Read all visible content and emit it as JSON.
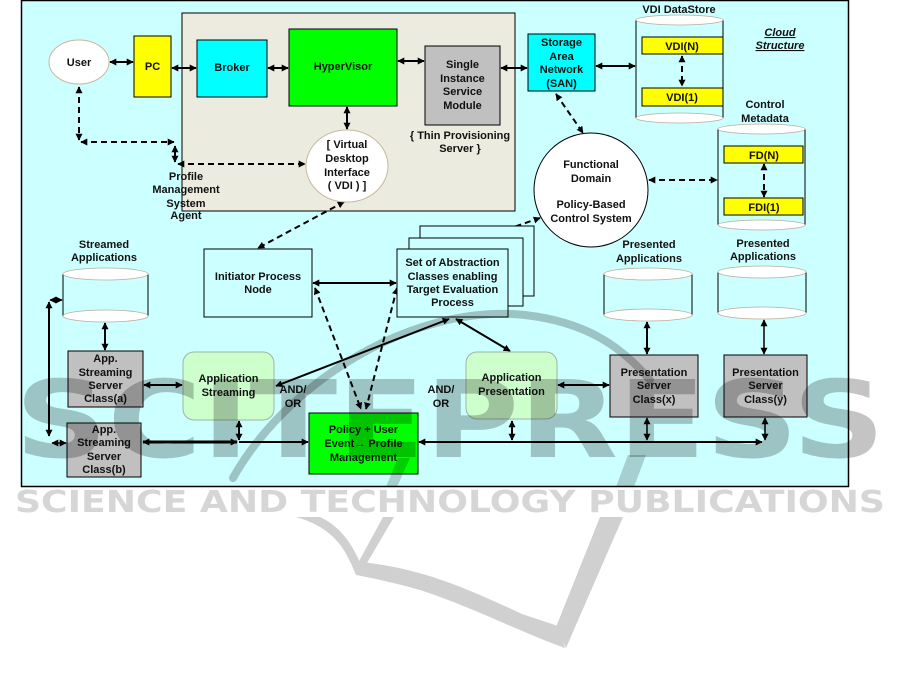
{
  "colors": {
    "canvas_bg": "#ccffff",
    "panel_bg": "#ebebe0",
    "pc": "#ffff00",
    "broker": "#00ffff",
    "hypervisor": "#00ff00",
    "single_instance": "#c0c0c0",
    "san": "#00ffff",
    "store_item": "#ffff00",
    "server_class": "#c0c0c0",
    "app_module": "#ccffcc",
    "policy": "#00ff00"
  },
  "nodes": {
    "user": {
      "lines": [
        "User"
      ]
    },
    "pc": {
      "lines": [
        "PC"
      ]
    },
    "broker": {
      "lines": [
        "Broker"
      ]
    },
    "hypervisor": {
      "lines": [
        "HyperVisor"
      ]
    },
    "single_instance": {
      "lines": [
        "Single",
        "Instance",
        "Service",
        "Module"
      ],
      "caption": [
        "{ Thin Provisioning",
        "Server }"
      ]
    },
    "vdi": {
      "lines": [
        "[ Virtual",
        "Desktop",
        "Interface",
        "( VDI ) ]"
      ]
    },
    "profile_agent": {
      "lines": [
        "Profile",
        "Management",
        "System",
        "Agent"
      ]
    },
    "san": {
      "lines": [
        "Storage",
        "Area",
        "Network",
        "(SAN)"
      ]
    },
    "vdi_datastore": {
      "title": "VDI DataStore",
      "items": [
        "VDI(N)",
        "VDI(1)"
      ]
    },
    "cloud_structure": {
      "lines": [
        "Cloud",
        "Structure"
      ]
    },
    "control_metadata": {
      "title": [
        "Control",
        "Metadata"
      ],
      "items": [
        "FD(N)",
        "FDI(1)"
      ]
    },
    "functional_domain": {
      "lines": [
        "Functional",
        "Domain",
        "Policy-Based",
        "Control System"
      ]
    },
    "streamed_apps": {
      "title": [
        "Streamed",
        "Applications"
      ]
    },
    "streaming_server_a": {
      "lines": [
        "App.",
        "Streaming",
        "Server",
        "Class(a)"
      ]
    },
    "streaming_server_b": {
      "lines": [
        "App.",
        "Streaming",
        "Server",
        "Class(b)"
      ]
    },
    "app_streaming": {
      "lines": [
        "Application",
        "Streaming"
      ]
    },
    "initiator": {
      "lines": [
        "Initiator Process",
        "Node"
      ]
    },
    "abstraction_classes": {
      "lines": [
        "Set of Abstraction",
        "Classes enabling",
        "Target Evaluation",
        "Process"
      ]
    },
    "app_presentation": {
      "lines": [
        "Application",
        "Presentation"
      ]
    },
    "presented_apps_x": {
      "title": [
        "Presented",
        "Applications"
      ]
    },
    "presented_apps_y": {
      "title": [
        "Presented",
        "Applications"
      ]
    },
    "presentation_server_x": {
      "lines": [
        "Presentation",
        "Server",
        "Class(x)"
      ]
    },
    "presentation_server_y": {
      "lines": [
        "Presentation",
        "Server",
        "Class(y)"
      ]
    },
    "policy": {
      "lines": [
        "Policy + User",
        "Event→ Profile",
        "Management"
      ]
    },
    "and_or_left": {
      "lines": [
        "AND/",
        "OR"
      ]
    },
    "and_or_right": {
      "lines": [
        "AND/",
        "OR"
      ]
    }
  },
  "edges": [
    {
      "from": "user",
      "to": "pc",
      "style": "solid",
      "direction": "both"
    },
    {
      "from": "pc",
      "to": "broker",
      "style": "solid",
      "direction": "both"
    },
    {
      "from": "broker",
      "to": "hypervisor",
      "style": "solid",
      "direction": "both"
    },
    {
      "from": "hypervisor",
      "to": "single_instance",
      "style": "solid",
      "direction": "both"
    },
    {
      "from": "single_instance",
      "to": "san",
      "style": "solid",
      "direction": "both"
    },
    {
      "from": "san",
      "to": "vdi_datastore",
      "style": "solid",
      "direction": "both"
    },
    {
      "from": "hypervisor",
      "to": "vdi",
      "style": "solid",
      "direction": "both"
    },
    {
      "from": "user",
      "to": "profile_agent",
      "style": "dashed",
      "direction": "both"
    },
    {
      "from": "profile_agent",
      "to": "vdi",
      "style": "dashed",
      "direction": "both"
    },
    {
      "from": "vdi",
      "to": "initiator",
      "style": "dashed",
      "direction": "both"
    },
    {
      "from": "san",
      "to": "functional_domain",
      "style": "dashed",
      "direction": "both"
    },
    {
      "from": "functional_domain",
      "to": "control_metadata",
      "style": "dashed",
      "direction": "both"
    },
    {
      "from": "functional_domain",
      "to": "abstraction_classes",
      "style": "dashed",
      "direction": "both"
    },
    {
      "from": "initiator",
      "to": "abstraction_classes",
      "style": "solid",
      "direction": "both"
    },
    {
      "from": "initiator",
      "to": "policy",
      "style": "dashed",
      "direction": "both"
    },
    {
      "from": "abstraction_classes",
      "to": "policy",
      "style": "dashed",
      "direction": "both"
    },
    {
      "from": "abstraction_classes",
      "to": "app_streaming",
      "style": "solid",
      "direction": "both"
    },
    {
      "from": "abstraction_classes",
      "to": "app_presentation",
      "style": "solid",
      "direction": "both"
    },
    {
      "from": "streamed_apps",
      "to": "streaming_server_a",
      "style": "solid",
      "direction": "both"
    },
    {
      "from": "streamed_apps",
      "to": "streaming_server_b",
      "style": "solid",
      "direction": "both"
    },
    {
      "from": "streaming_server_a",
      "to": "app_streaming",
      "style": "solid",
      "direction": "both"
    },
    {
      "from": "streaming_server_b",
      "to": "policy",
      "style": "solid",
      "direction": "both"
    },
    {
      "from": "app_streaming",
      "to": "policy",
      "style": "solid",
      "direction": "both"
    },
    {
      "from": "app_presentation",
      "to": "presentation_server_x",
      "style": "solid",
      "direction": "both"
    },
    {
      "from": "presented_apps_x",
      "to": "presentation_server_x",
      "style": "solid",
      "direction": "both"
    },
    {
      "from": "presented_apps_y",
      "to": "presentation_server_y",
      "style": "solid",
      "direction": "both"
    },
    {
      "from": "policy",
      "to": "presentation_server_y",
      "style": "solid",
      "direction": "both"
    }
  ],
  "watermark": {
    "brand": "SCITEPRESS",
    "tagline": "SCIENCE AND TECHNOLOGY PUBLICATIONS"
  }
}
